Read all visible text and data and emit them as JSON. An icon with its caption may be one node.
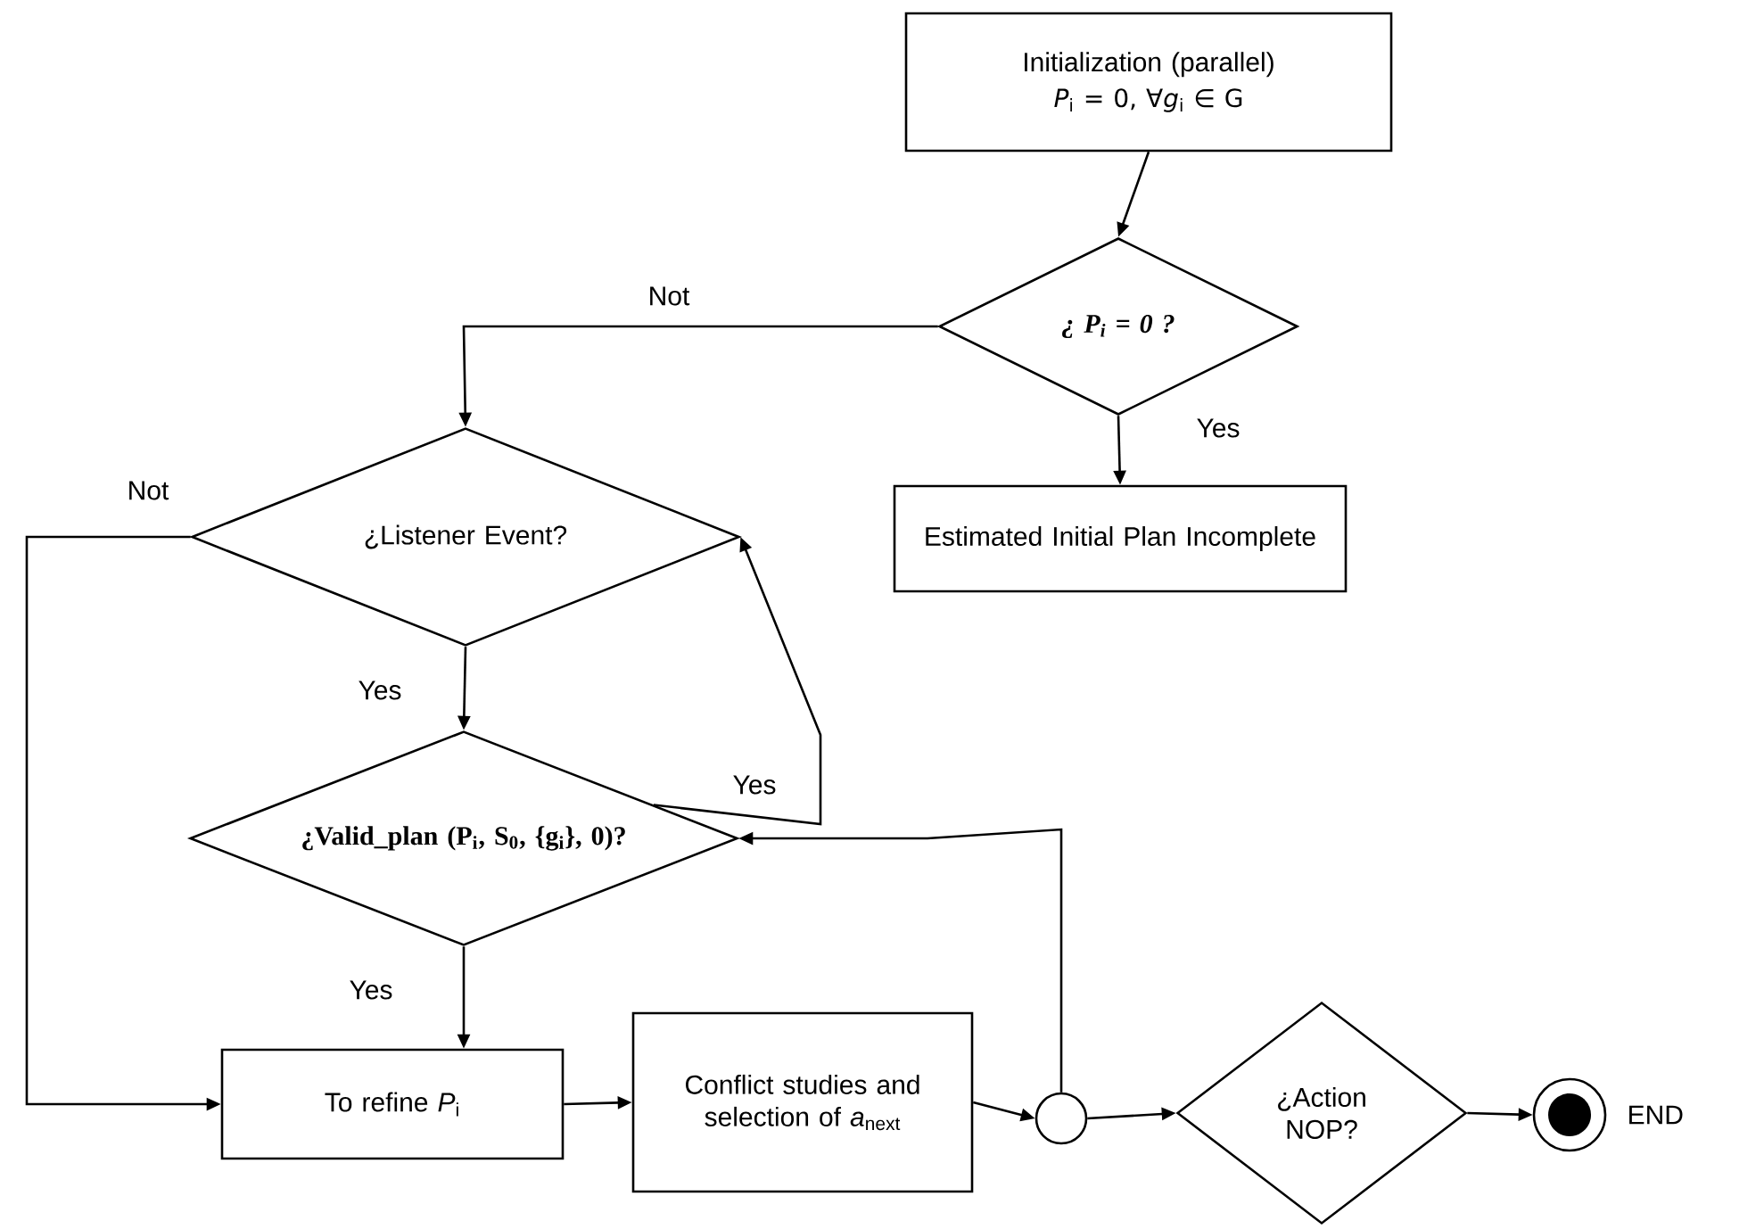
{
  "diagram": {
    "nodes": [
      {
        "text": [
          "Initialization (parallel)",
          "*P*$_{i}$ = 0, ∀*g*$_{i}$ ∈ G"
        ]
      },
      {
        "text": [
          "¿ P$_{i}$ = 0 ?"
        ]
      },
      {
        "text": [
          "Estimated Initial Plan Incomplete"
        ]
      },
      {
        "text": [
          "¿Listener Event?"
        ]
      },
      {
        "text": [
          "¿Valid_plan (P$_{i}$, S$_{0}$, {g$_{i}$}, 0)?"
        ]
      },
      {
        "text": [
          "To refine *P*$_{i}$"
        ]
      },
      {
        "text": [
          "Conflict studies and selection of *a*$_{next}$"
        ]
      },
      {
        "text": [],
        "shape": "circle"
      },
      {
        "text": [
          "¿Action NOP?"
        ]
      },
      {
        "text": [],
        "shape": "circle",
        "beside": [
          "END"
        ]
      }
    ],
    "edges": [
      {
        "from": 0,
        "to": 1,
        "arrow": "to"
      },
      {
        "from": 1,
        "to": 3,
        "arrow": "to",
        "label": "Not"
      },
      {
        "from": 1,
        "to": 2,
        "arrow": "to",
        "label": "Yes"
      },
      {
        "from": 3,
        "to": 4,
        "arrow": "to",
        "label": "Yes"
      },
      {
        "from": 3,
        "to": 5,
        "arrow": "to",
        "label": "Not"
      },
      {
        "from": 4,
        "to": 3,
        "arrow": "to",
        "label": "Yes"
      },
      {
        "from": 4,
        "to": 5,
        "arrow": "to",
        "label": "Yes"
      },
      {
        "from": 5,
        "to": 6,
        "arrow": "to"
      },
      {
        "from": 6,
        "to": 7,
        "arrow": "to"
      },
      {
        "from": 7,
        "to": 4,
        "arrow": "to"
      },
      {
        "from": 7,
        "to": 8,
        "arrow": "to"
      },
      {
        "from": 8,
        "to": 9,
        "arrow": "to"
      }
    ]
  }
}
